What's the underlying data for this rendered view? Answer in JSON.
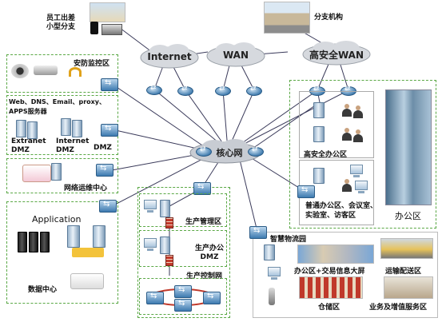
{
  "clouds": {
    "internet": "Internet",
    "wan": "WAN",
    "secure_wan": "高安全WAN",
    "core": "核心网"
  },
  "labels": {
    "remote_office": "员工出差\n小型分支",
    "branch": "分支机构",
    "security_monitor": "安防监控区",
    "servers_title": "Web、DNS、Email、proxy、\nAPPS服务器",
    "extranet_dmz": "Extranet\nDMZ",
    "internet_dmz": "Internet\nDMZ",
    "dmz": "DMZ",
    "ops_center": "网络运维中心",
    "application": "Application",
    "data_center": "数据中心",
    "production_mgmt": "生产管理区",
    "production_office_dmz": "生产办公\nDMZ",
    "production_control": "生产控制网",
    "secure_office": "高安全办公区",
    "general_office": "普通办公区、会议室、\n实验室、访客区",
    "office_area": "办公区",
    "logistics_park": "智慧物流园",
    "trading_screen": "办公区+交易信息大屏",
    "distribution": "运输配送区",
    "warehouse": "仓储区",
    "value_added": "业务及增值服务区"
  },
  "icons": [
    "router-icon",
    "switch-icon",
    "server-icon",
    "pc-icon",
    "person-icon",
    "firewall-icon",
    "camera-icon",
    "wifi-icon",
    "phone-icon",
    "scanner-icon"
  ],
  "colors": {
    "zone_border": "#5aa845",
    "router": "#3c79ad",
    "line": "#3a3a5a"
  }
}
